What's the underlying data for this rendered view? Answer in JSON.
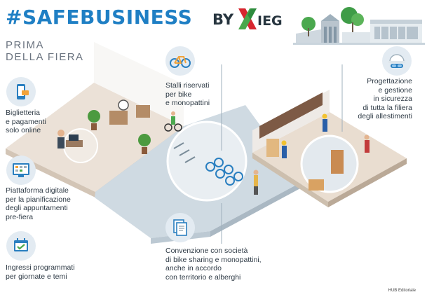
{
  "header": {
    "hashtag_title": "#SAFEBUSINESS",
    "by": "BY",
    "ieg": "IEG"
  },
  "section": {
    "line1": "PRIMA",
    "line2": "DELLA FIERA"
  },
  "labels": {
    "biglietteria": [
      "Biglietteria",
      "e pagamenti",
      "solo online"
    ],
    "piattaforma": [
      "Piattaforma digitale",
      "per la pianificazione",
      "degli appuntamenti",
      "pre-fiera"
    ],
    "ingressi": [
      "Ingressi programmati",
      "per giornate e temi"
    ],
    "stalli": [
      "Stalli riservati",
      "per bike",
      "e monopattini"
    ],
    "convenzione": [
      "Convenzione con società",
      "di bike sharing e monopattini,",
      "anche in accordo",
      "con territorio e alberghi"
    ],
    "progettazione": [
      "Progettazione",
      "e gestione",
      "in sicurezza",
      "di tutta la filiera",
      "degli allestimenti"
    ]
  },
  "icons": {
    "phone": "smartphone-payment-icon",
    "platform": "calendar-platform-icon",
    "entrance": "ticket-calendar-icon",
    "bike": "bicycle-icon",
    "documents": "documents-icon",
    "helmet": "safety-helmet-goggles-icon"
  },
  "credit": "HUB Editoriale",
  "colors": {
    "brand_blue": "#1f7fc4",
    "floor_light": "#e9dfd6",
    "floor_path": "#c9d4dc",
    "wall": "#d6dde3",
    "red": "#d7262f",
    "green": "#49a84b"
  }
}
